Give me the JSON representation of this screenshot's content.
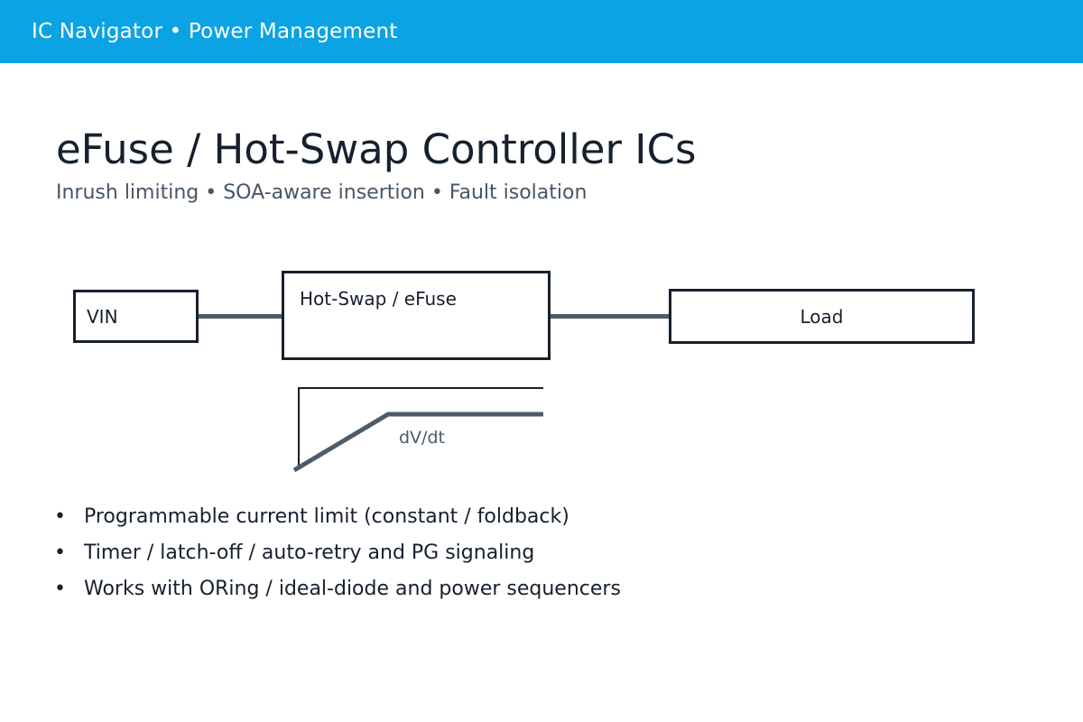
{
  "topbar": {
    "title": "IC Navigator • Power Management"
  },
  "page": {
    "title": "eFuse / Hot-Swap Controller ICs",
    "subtitle": "Inrush limiting • SOA-aware insertion • Fault isolation"
  },
  "diagram": {
    "source_label": "VIN",
    "controller_label": "Hot-Swap / eFuse",
    "load_label": "Load",
    "ramp_label": "dV/dt"
  },
  "bullets": [
    "Programmable current limit (constant / foldback)",
    "Timer / latch-off / auto-retry and PG signaling",
    "Works with ORing / ideal-diode and power sequencers"
  ],
  "colors": {
    "accent": "#0ca3e4",
    "ink": "#16202e",
    "slate": "#4e5b68"
  }
}
